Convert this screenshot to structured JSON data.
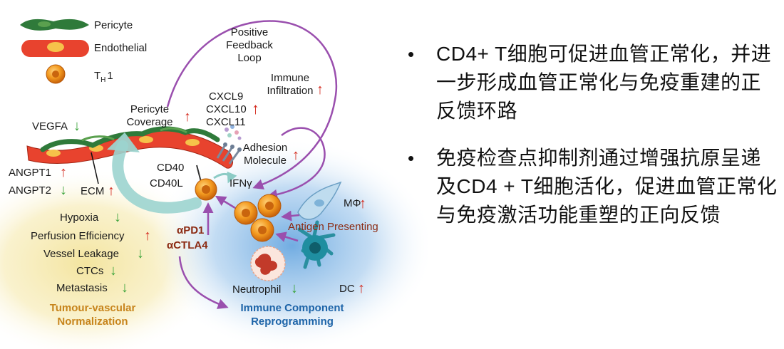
{
  "legend": [
    {
      "label": "Pericyte",
      "icon": "pericyte-icon"
    },
    {
      "label": "Endothelial",
      "icon": "endothelial-cell-icon"
    },
    {
      "label": "T",
      "sub": "H",
      "suffix": "1",
      "icon": "th1-cell-icon"
    }
  ],
  "loop_label": [
    "Positive",
    "Feedback",
    "Loop"
  ],
  "labels": {
    "vegfa": "VEGFA",
    "pericyte_coverage": [
      "Pericyte",
      "Coverage"
    ],
    "cxcl": [
      "CXCL9",
      "CXCL10",
      "CXCL11"
    ],
    "immune_infiltration": [
      "Immune",
      "Infiltration"
    ],
    "adhesion_molecule": [
      "Adhesion",
      "Molecule"
    ],
    "angpt1": "ANGPT1",
    "angpt2": "ANGPT2",
    "ecm": "ECM",
    "cd40": "CD40",
    "cd40l": "CD40L",
    "ifng": "IFNγ",
    "macrophage": "MΦ",
    "antigen_presenting": "Antigen Presenting",
    "apd1": "αPD1",
    "actla4": "αCTLA4",
    "neutrophil": "Neutrophil",
    "dc": "DC",
    "hypoxia": "Hypoxia",
    "perfusion": "Perfusion Efficiency",
    "leakage": "Vessel Leakage",
    "ctcs": "CTCs",
    "metastasis": "Metastasis",
    "tv_norm": [
      "Tumour-vascular",
      "Normalization"
    ],
    "icr": [
      "Immune Component",
      "Reprogramming"
    ]
  },
  "bullets": [
    "CD4+ T细胞可促进血管正常化，并进一步形成血管正常化与免疫重建的正反馈环路",
    "免疫检查点抑制剂通过增强抗原呈递及CD4 + T细胞活化，促进血管正常化与免疫激活功能重塑的正向反馈"
  ],
  "colors": {
    "up_arrow": "#d42a1e",
    "down_arrow": "#3aa33a",
    "purple_arrow": "#9a4fae",
    "teal_arrow": "#9cd4cf",
    "endothelium": "#e8432e",
    "pericyte": "#2f7a3a",
    "tcell": "#f08a1c",
    "tv_norm_text": "#c7841c",
    "icr_text": "#1d64a8",
    "drug_text": "#8b2a12"
  }
}
